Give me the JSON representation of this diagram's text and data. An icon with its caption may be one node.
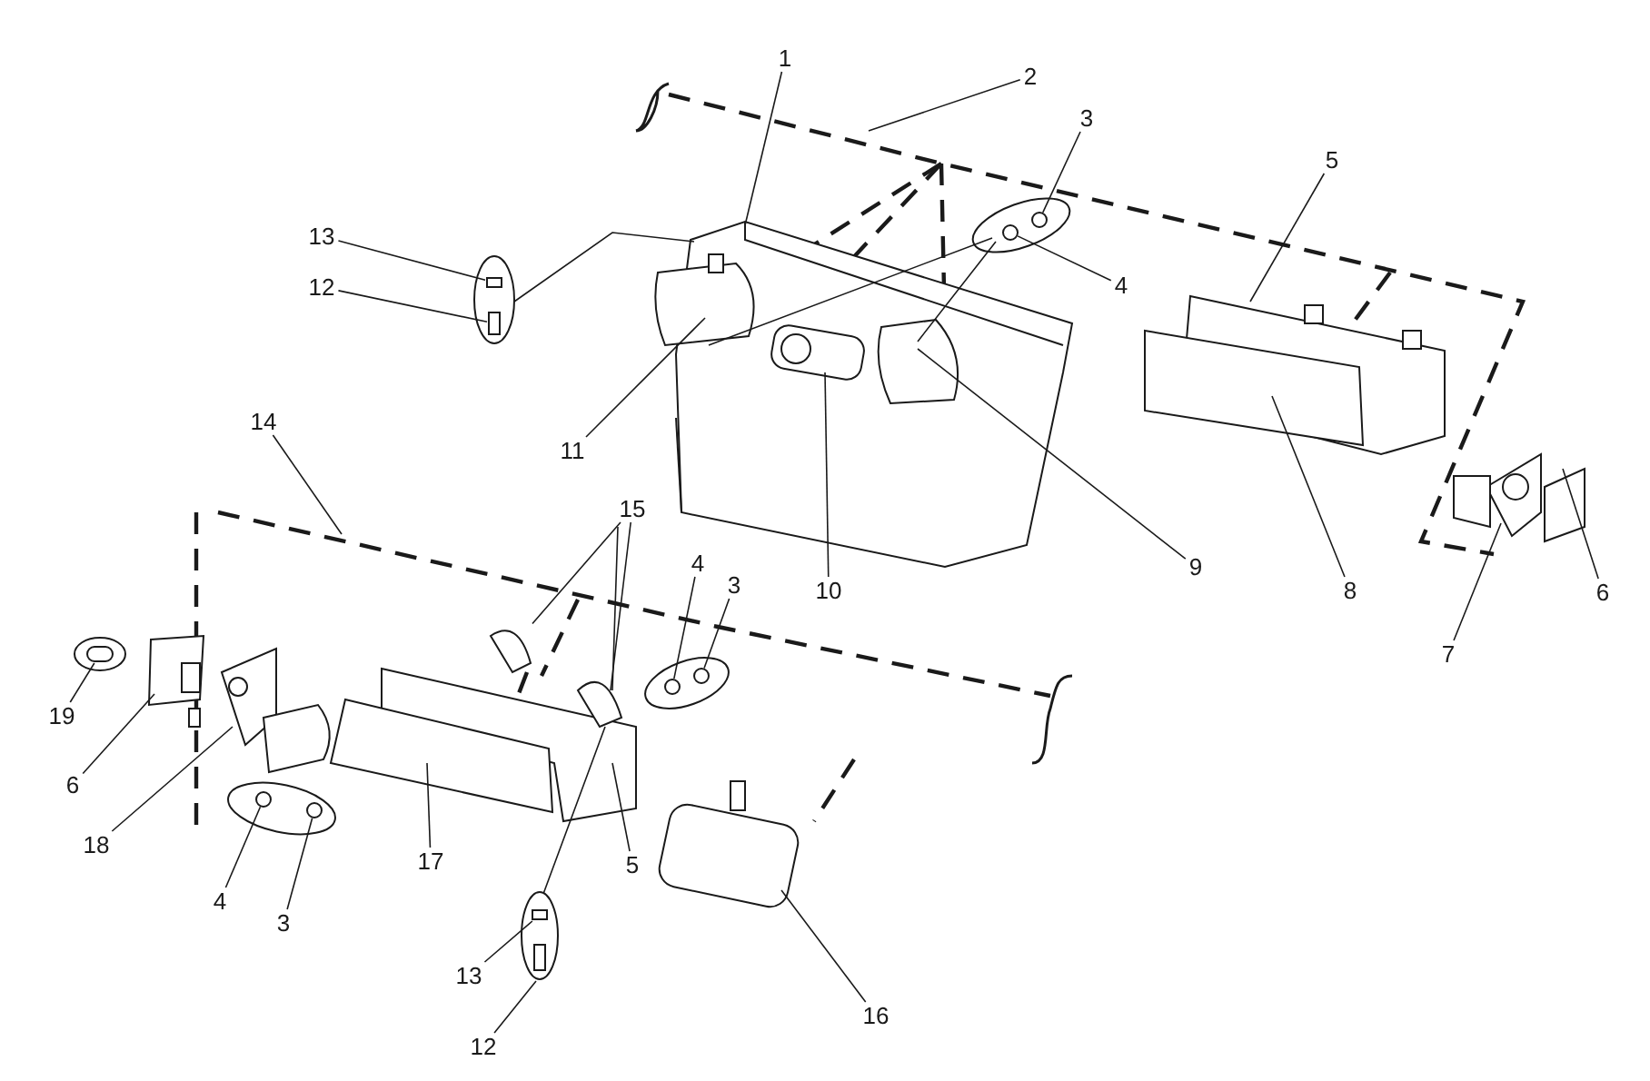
{
  "diagram": {
    "nodes": [
      {
        "text": [
          "1"
        ]
      },
      {
        "text": [
          "2"
        ]
      },
      {
        "text": [
          "3"
        ]
      },
      {
        "text": [
          "4"
        ]
      },
      {
        "text": [
          "5"
        ]
      },
      {
        "text": [
          "6"
        ]
      },
      {
        "text": [
          "7"
        ]
      },
      {
        "text": [
          "8"
        ]
      },
      {
        "text": [
          "9"
        ]
      },
      {
        "text": [
          "10"
        ]
      },
      {
        "text": [
          "11"
        ]
      },
      {
        "text": [
          "12"
        ]
      },
      {
        "text": [
          "13"
        ]
      },
      {
        "text": [
          "14"
        ]
      },
      {
        "text": [
          "15"
        ]
      },
      {
        "text": [
          "4"
        ]
      },
      {
        "text": [
          "3"
        ]
      },
      {
        "text": [
          "19"
        ]
      },
      {
        "text": [
          "6"
        ]
      },
      {
        "text": [
          "18"
        ]
      },
      {
        "text": [
          "4"
        ]
      },
      {
        "text": [
          "3"
        ]
      },
      {
        "text": [
          "17"
        ]
      },
      {
        "text": [
          "13"
        ]
      },
      {
        "text": [
          "12"
        ]
      },
      {
        "text": [
          "5"
        ]
      },
      {
        "text": [
          "16"
        ]
      },
      {
        "text": [],
        "shape": "circle"
      },
      {
        "text": [],
        "shape": "circle"
      },
      {
        "text": [],
        "shape": "box"
      },
      {
        "text": [],
        "shape": "box"
      },
      {
        "text": [],
        "shape": "picture"
      },
      {
        "text": [],
        "shape": "circle"
      },
      {
        "text": [],
        "shape": "circle"
      },
      {
        "text": [],
        "shape": "box"
      },
      {
        "text": [],
        "shape": "circle"
      },
      {
        "text": [],
        "shape": "circle"
      },
      {
        "text": [],
        "shape": "box"
      }
    ],
    "edges": [
      {
        "from": 0,
        "to": null,
        "arrow": "none"
      },
      {
        "from": 1,
        "to": null,
        "arrow": "none"
      },
      {
        "from": 2,
        "to": 27,
        "arrow": "none"
      },
      {
        "from": 3,
        "to": 28,
        "arrow": "none"
      },
      {
        "from": 4,
        "to": null,
        "arrow": "none"
      },
      {
        "from": 5,
        "to": null,
        "arrow": "none"
      },
      {
        "from": 6,
        "to": null,
        "arrow": "none"
      },
      {
        "from": 7,
        "to": null,
        "arrow": "none"
      },
      {
        "from": 8,
        "to": null,
        "arrow": "none"
      },
      {
        "from": 9,
        "to": null,
        "arrow": "none"
      },
      {
        "from": 10,
        "to": null,
        "arrow": "none"
      },
      {
        "from": 11,
        "to": 29,
        "arrow": "none"
      },
      {
        "from": 12,
        "to": 30,
        "arrow": "none"
      },
      {
        "from": 13,
        "to": null,
        "arrow": "none"
      },
      {
        "from": 14,
        "to": 31,
        "arrow": "none"
      },
      {
        "from": 14,
        "to": null,
        "arrow": "none"
      },
      {
        "from": 15,
        "to": 32,
        "arrow": "none"
      },
      {
        "from": 16,
        "to": 33,
        "arrow": "none"
      },
      {
        "from": 17,
        "to": 34,
        "arrow": "none"
      },
      {
        "from": 18,
        "to": null,
        "arrow": "none"
      },
      {
        "from": 19,
        "to": null,
        "arrow": "none"
      },
      {
        "from": 20,
        "to": 35,
        "arrow": "none"
      },
      {
        "from": 21,
        "to": 36,
        "arrow": "none"
      },
      {
        "from": 22,
        "to": null,
        "arrow": "none"
      },
      {
        "from": 23,
        "to": 37,
        "arrow": "none"
      },
      {
        "from": 24,
        "to": null,
        "arrow": "none"
      },
      {
        "from": 25,
        "to": null,
        "arrow": "none"
      },
      {
        "from": 26,
        "to": null,
        "arrow": "none"
      }
    ]
  }
}
